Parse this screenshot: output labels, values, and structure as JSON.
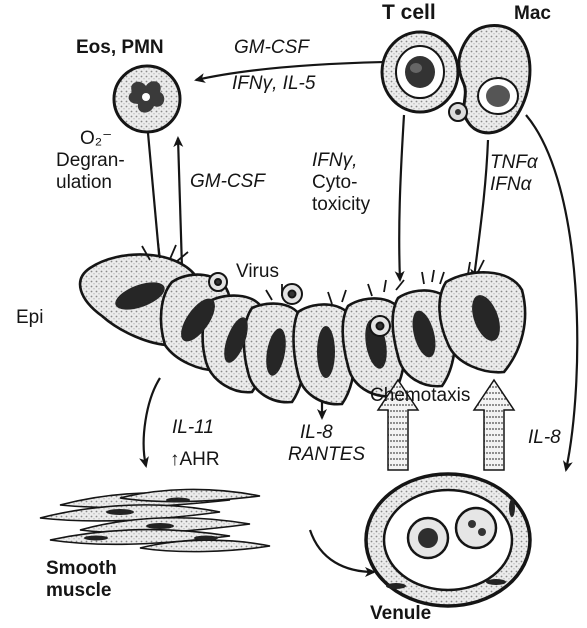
{
  "labels": {
    "t_cell": "T cell",
    "mac": "Mac",
    "eos_pmn": "Eos, PMN",
    "gm_csf_top": "GM-CSF",
    "ifng_il5": "IFNγ, IL-5",
    "o2_radical": "O₂⁻",
    "degranulation_1": "Degran-",
    "degranulation_2": "ulation",
    "gm_csf_mid": "GM-CSF",
    "ifng_cyto_1": "IFNγ,",
    "ifng_cyto_2": "Cyto-",
    "ifng_cyto_3": "toxicity",
    "tnfa": "TNFα",
    "ifna": "IFNα",
    "virus": "Virus",
    "epi": "Epi",
    "il11": "IL-11",
    "ahr": "↑AHR",
    "il8_rantes_1": "IL-8",
    "il8_rantes_2": "RANTES",
    "chemotaxis": "Chemotaxis",
    "il8_right": "IL-8",
    "smooth_muscle_1": "Smooth",
    "smooth_muscle_2": "muscle",
    "venule": "Venule"
  },
  "colors": {
    "ink": "#151515",
    "cell_fill": "#e9e9e9",
    "nucleus": "#2a2a2a"
  }
}
